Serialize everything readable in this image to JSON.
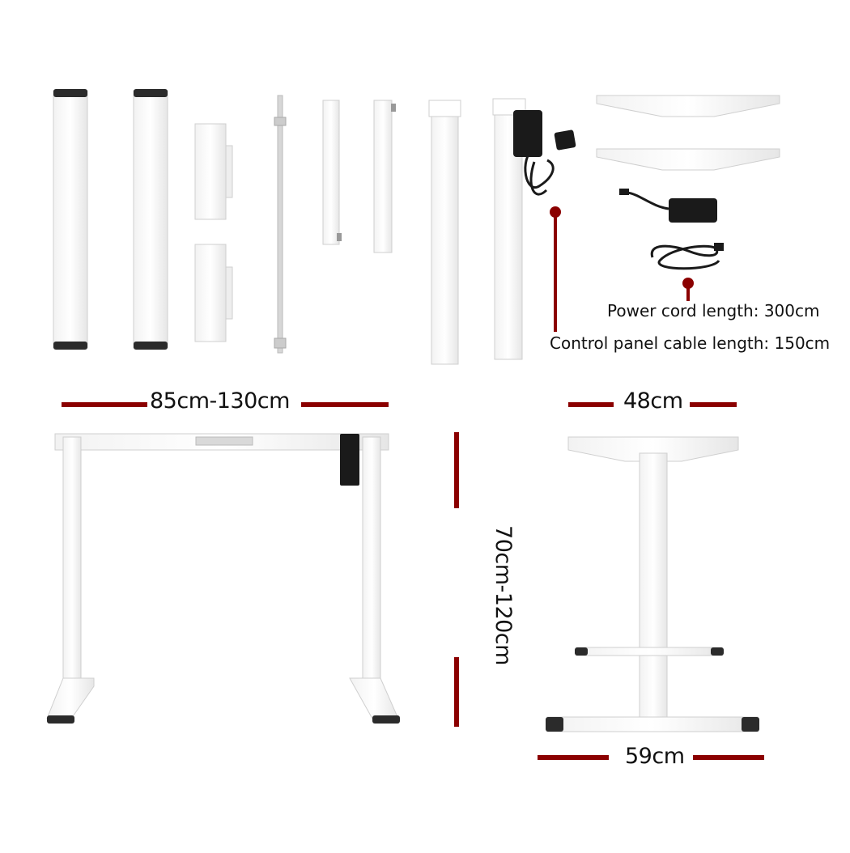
{
  "dimensions": {
    "width_range": "85cm-130cm",
    "height_range": "70cm-120cm",
    "top_depth": "48cm",
    "foot_length": "59cm"
  },
  "cable_notes": {
    "power_cord": "Power cord length: 300cm",
    "control_panel_cable": "Control panel cable length: 150cm"
  },
  "colors": {
    "dimension_line": "#8b0000",
    "frame_white": "#ffffff",
    "frame_outline": "#c9c9c9",
    "foot_cap": "#2b2b2b",
    "motor_black": "#1a1a1a"
  }
}
